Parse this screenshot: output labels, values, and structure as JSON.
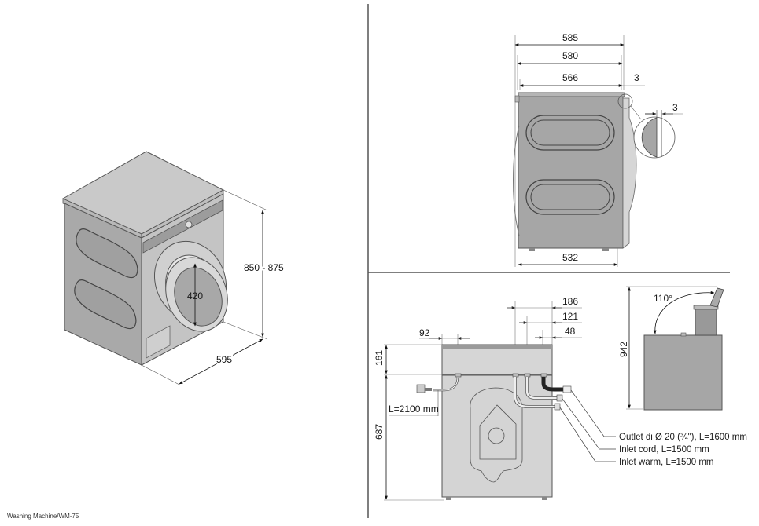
{
  "title": "Washing Machine/WM-75",
  "iso_view": {
    "height_label": "850 - 875",
    "width_label": "595",
    "door_diameter_label": "420"
  },
  "side_view": {
    "depth_overall": "585",
    "depth_with_door": "580",
    "depth_body": "566",
    "offset_top": "3",
    "offset_detail": "3",
    "depth_feet": "532"
  },
  "rear_view": {
    "cable_offset": "92",
    "outlet_offset": "186",
    "inlet_cold_offset": "121",
    "inlet_warm_offset": "48",
    "top_height": "161",
    "connection_height": "687",
    "cable_length": "L=2100 mm",
    "callouts": [
      "Outlet di Ø 20 (¾\"), L=1600 mm",
      "Inlet cord, L=1500 mm",
      "Inlet warm, L=1500 mm"
    ]
  },
  "lid_view": {
    "angle": "110°",
    "height_open": "942"
  },
  "colors": {
    "body": "#a6a6a6",
    "body_light": "#d4d4d4",
    "top": "#c8c8c8",
    "line": "#333333",
    "divider": "#555555"
  }
}
